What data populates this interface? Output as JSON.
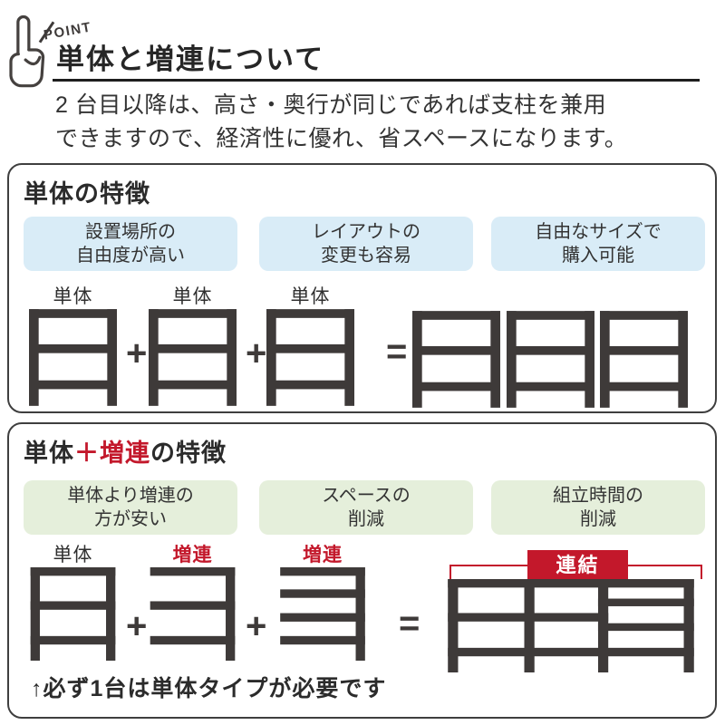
{
  "header": {
    "point_label": "POINT",
    "title": "単体と増連について",
    "description_line1": "2 台目以降は、高さ・奥行が同じであれば支柱を兼用",
    "description_line2": "できますので、経済性に優れ、省スペースになります。"
  },
  "symbols": {
    "plus": "+",
    "equals": "="
  },
  "colors": {
    "accent_red": "#c3182b",
    "tag_blue": "#d9ecf7",
    "tag_green": "#e5efdb",
    "frame_dark": "#3e3a39"
  },
  "standalone_panel": {
    "heading": "単体の特徴",
    "benefits": [
      {
        "line1": "設置場所の",
        "line2": "自由度が高い"
      },
      {
        "line1": "レイアウトの",
        "line2": "変更も容易"
      },
      {
        "line1": "自由なサイズで",
        "line2": "購入可能"
      }
    ],
    "unit_labels": [
      "単体",
      "単体",
      "単体"
    ]
  },
  "combo_panel": {
    "heading_black1": "単体",
    "heading_red": "＋増連",
    "heading_black2": "の特徴",
    "benefits": [
      {
        "line1": "単体より増連の",
        "line2": "方が安い"
      },
      {
        "line1": "スペースの",
        "line2": "削減"
      },
      {
        "line1": "組立時間の",
        "line2": "削減"
      }
    ],
    "unit_labels": [
      "単体",
      "増連",
      "増連"
    ],
    "connection_label": "連結",
    "note": "↑必ず1台は単体タイプが必要です"
  }
}
